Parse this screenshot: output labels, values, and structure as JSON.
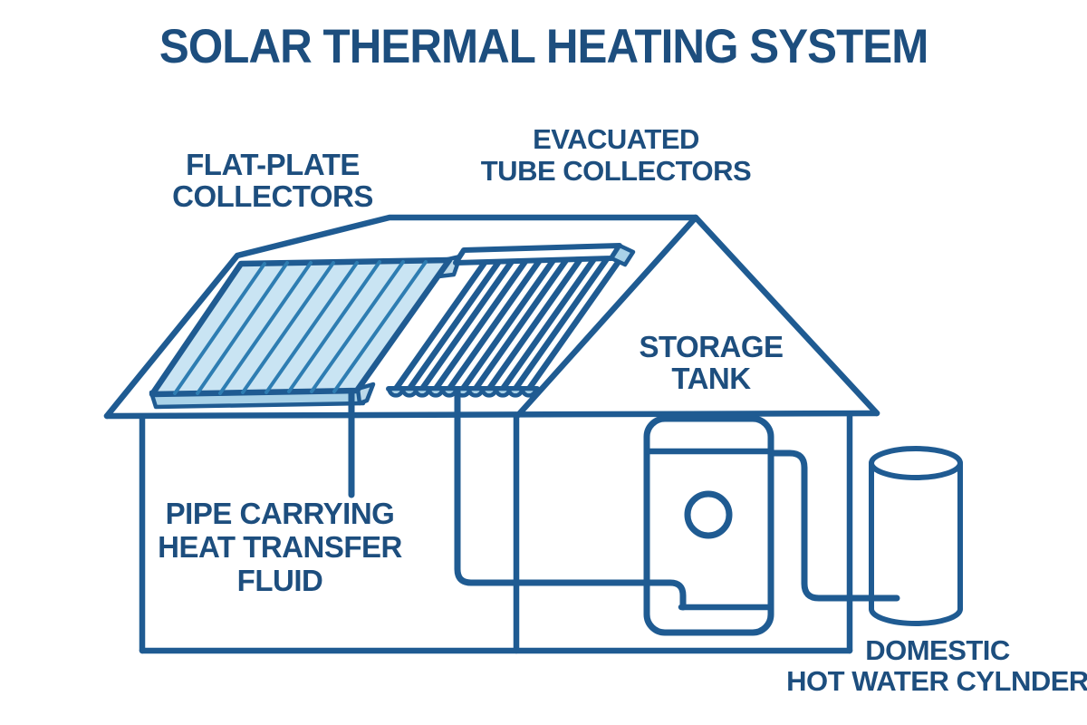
{
  "title": "SOLAR THERMAL HEATING SYSTEM",
  "labels": {
    "flat_plate_collectors": "FLAT-PLATE\nCOLLECTORS",
    "evacuated_tube_collectors": "EVACUATED\nTUBE COLLECTORS",
    "storage_tank": "STORAGE\nTANK",
    "pipe_fluid": "PIPE CARRYING\nHEAT TRANSFER\nFLUID",
    "domestic_cylinder": "DOMESTIC\nHOT WATER CYLNDER"
  },
  "colors": {
    "line": "#1f5b92",
    "text": "#1d4e7e",
    "panel_fill": "#c9e4f3",
    "panel_stripe": "#2e7db2",
    "accent_fill": "#a9d2e8",
    "background": "#ffffff"
  }
}
